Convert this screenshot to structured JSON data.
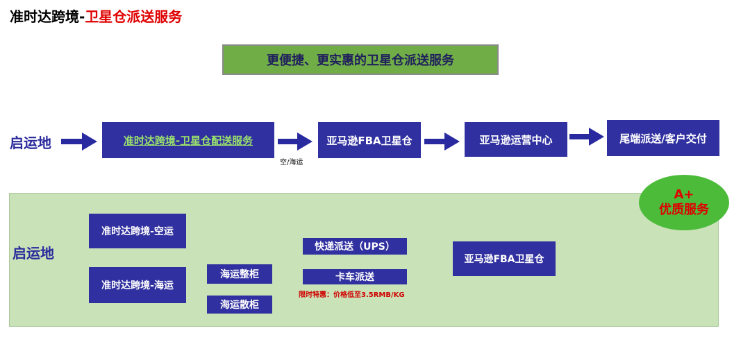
{
  "title": {
    "prefix": "准时达跨境-",
    "highlight": "卫星仓派送服务"
  },
  "banner": {
    "text": "更便捷、更实惠的卫星仓派送服务"
  },
  "flow": {
    "origin": "启运地",
    "step1": "准时达跨境-卫星仓配送服务",
    "mode_label": "空/海运",
    "step2": "亚马逊FBA卫星仓",
    "step3": "亚马逊运营中心",
    "step4": "尾端派送/客户交付"
  },
  "detail": {
    "origin": "启运地",
    "air": "准时达跨境-空运",
    "sea": "准时达跨境-海运",
    "fcl": "海运整柜",
    "lcl": "海运散柜",
    "express": "快递派送（UPS）",
    "truck": "卡车派送",
    "promo": "限时特惠：价格低至3.5RMB/KG",
    "destination": "亚马逊FBA卫星仓"
  },
  "badge": {
    "line1": "A+",
    "line2": "优质服务"
  },
  "colors": {
    "navy": "#3030a0",
    "banner_green": "#70ad47",
    "panel_green": "#c9e2b7",
    "badge_green": "#4cbb3a",
    "red": "#e00000"
  }
}
